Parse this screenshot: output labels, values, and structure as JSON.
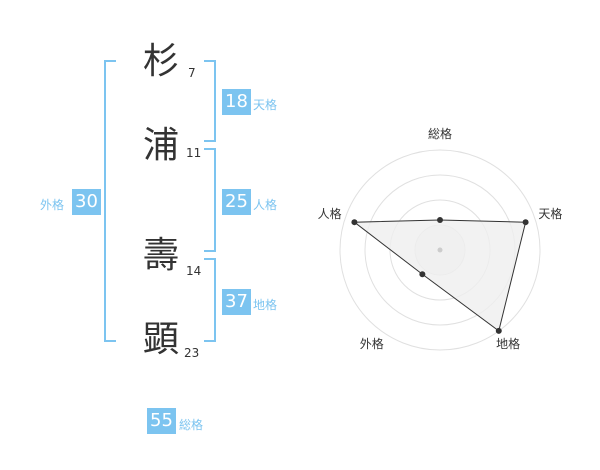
{
  "name": {
    "chars": [
      {
        "char": "杉",
        "strokes": "7"
      },
      {
        "char": "浦",
        "strokes": "11"
      },
      {
        "char": "壽",
        "strokes": "14"
      },
      {
        "char": "顕",
        "strokes": "23"
      }
    ]
  },
  "kaku": {
    "tenkaku": {
      "value": "18",
      "label": "天格"
    },
    "jinkaku": {
      "value": "25",
      "label": "人格"
    },
    "chikaku": {
      "value": "37",
      "label": "地格"
    },
    "gaikaku": {
      "value": "30",
      "label": "外格"
    },
    "soukaku": {
      "value": "55",
      "label": "総格"
    }
  },
  "chart_data": {
    "type": "radar",
    "axes": [
      "総格",
      "天格",
      "地格",
      "外格",
      "人格"
    ],
    "values": [
      0.3,
      0.9,
      1.0,
      0.3,
      0.9
    ],
    "rings": 4,
    "colors": {
      "fill": "#efefef",
      "line": "#333333",
      "ring": "#e0e0e0",
      "center": "#cccccc"
    }
  },
  "colors": {
    "accent": "#7cc4f0"
  }
}
